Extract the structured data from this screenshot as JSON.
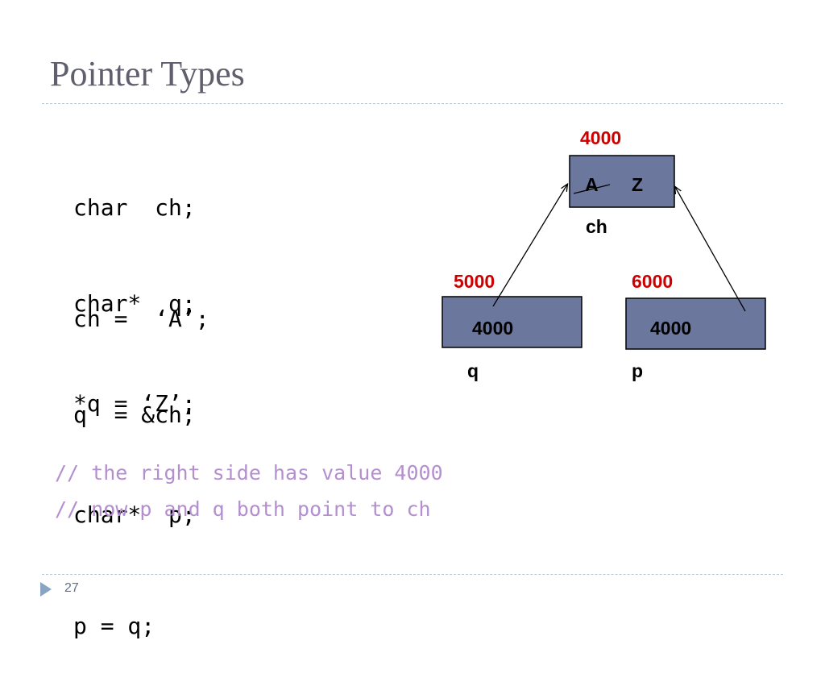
{
  "slide": {
    "title": "Pointer Types",
    "page_number": "27"
  },
  "code": {
    "block1": [
      "char  ch;",
      "ch =  ‘A’;"
    ],
    "block2": [
      "char*  q;",
      "q  = &ch;"
    ],
    "block3": [
      "*q = ‘Z’;",
      "char*  p;",
      "p = q;"
    ]
  },
  "comments": [
    "// the right side has value 4000",
    "// now p and q both point to ch"
  ],
  "diagram": {
    "ch": {
      "address": "4000",
      "old_value": "A",
      "new_value": "Z",
      "label": "ch"
    },
    "q": {
      "address": "5000",
      "value": "4000",
      "label": "q"
    },
    "p": {
      "address": "6000",
      "value": "4000",
      "label": "p"
    }
  },
  "colors": {
    "box_fill": "#6b779d",
    "address": "#cc0000",
    "comment": "#b48fcf",
    "title": "#5f5f6e"
  }
}
